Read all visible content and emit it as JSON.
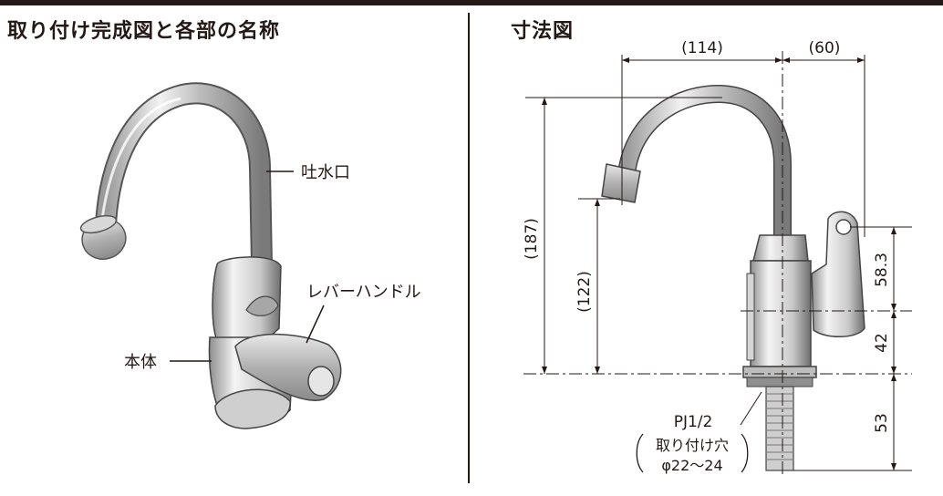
{
  "left_panel": {
    "heading": "取り付け完成図と各部の名称",
    "labels": {
      "spout": "吐水口",
      "lever_handle": "レバーハンドル",
      "body": "本体"
    }
  },
  "right_panel": {
    "heading": "寸法図",
    "dimensions": {
      "spout_reach": "(114)",
      "handle_offset": "(60)",
      "total_height": "(187)",
      "outlet_height": "(122)",
      "handle_height": "58.3",
      "body_height": "42",
      "shank_length": "53"
    },
    "mounting_thread": "PJ1/2",
    "mounting_hole_label": "取り付け穴",
    "mounting_hole_size": "φ22〜24"
  }
}
